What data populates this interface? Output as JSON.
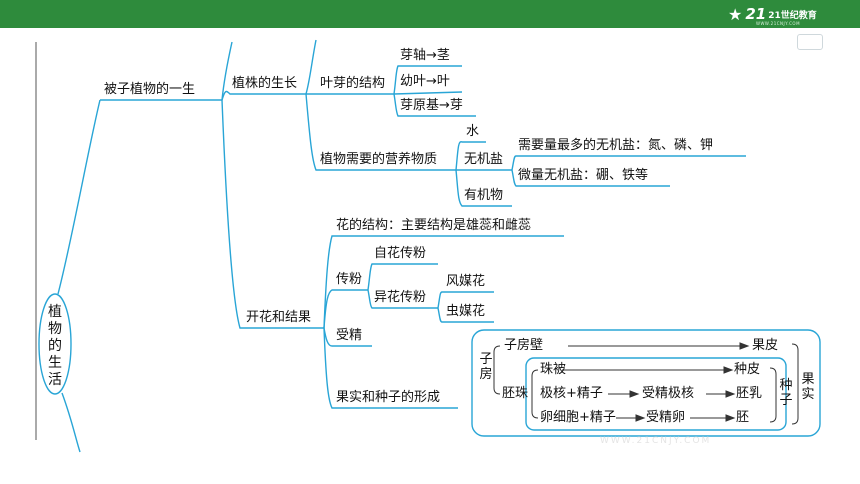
{
  "brand": {
    "name": "21世纪教育",
    "number": "21",
    "url": "WWW.21CNJY.COM"
  },
  "root": {
    "label": "植物的生活"
  },
  "l1": {
    "label": "被子植物的一生"
  },
  "l2": {
    "growth": "植株的生长",
    "flower": "开花和结果"
  },
  "bud": {
    "label": "叶芽的结构",
    "items": [
      "芽轴→茎",
      "幼叶→叶",
      "芽原基→芽"
    ]
  },
  "nutrient": {
    "label": "植物需要的营养物质",
    "water": "水",
    "mineral": "无机盐",
    "organic": "有机物",
    "mineral_items": [
      "需要量最多的无机盐：氮、磷、钾",
      "微量无机盐：硼、铁等"
    ]
  },
  "flower": {
    "structure": "花的结构：主要结构是雄蕊和雌蕊",
    "pollination": "传粉",
    "self": "自花传粉",
    "cross": "异花传粉",
    "wind": "风媒花",
    "insect": "虫媒花",
    "fertilization": "受精",
    "fruit_seed": "果实和种子的形成"
  },
  "formation": {
    "ovary": "子房",
    "ovary_wall": "子房壁",
    "peel": "果皮",
    "ovule": "胚珠",
    "integument": "珠被",
    "seed_coat": "种皮",
    "polar": "极核+精子",
    "fert_polar": "受精极核",
    "endosperm": "胚乳",
    "egg": "卵细胞+精子",
    "fert_egg": "受精卵",
    "embryo": "胚",
    "seed": "种子",
    "fruit": "果实"
  },
  "colors": {
    "line": "#29a5d6",
    "bar": "#2e8b3c",
    "text": "#111111"
  }
}
